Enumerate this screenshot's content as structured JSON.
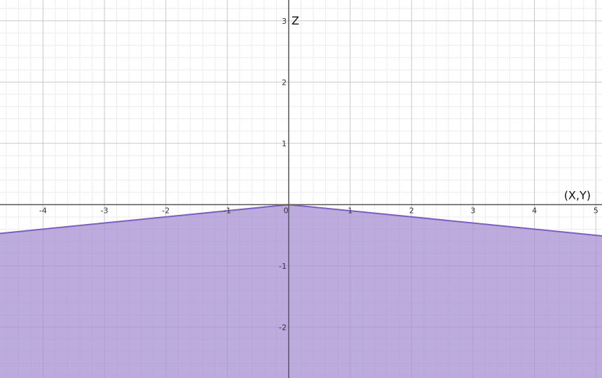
{
  "chart_data": {
    "type": "area",
    "xlabel": "(X,Y)",
    "ylabel": "Z",
    "xlim": [
      -4.7,
      5.1
    ],
    "ylim": [
      -2.83,
      3.34
    ],
    "grid": true,
    "minor_grid": true,
    "x_ticks": [
      -4,
      -3,
      -2,
      -1,
      0,
      1,
      2,
      3,
      4,
      5
    ],
    "y_ticks": [
      -2,
      -1,
      1,
      2,
      3
    ],
    "series": [
      {
        "x": [
          -4.7,
          0,
          5.1
        ],
        "y": [
          -0.47,
          0,
          -0.51
        ],
        "fill_below": true,
        "line_color": "#7b5fc0",
        "fill_color": "#a58fd0"
      }
    ]
  },
  "colors": {
    "major_grid": "#c8c8c8",
    "minor_grid": "#ececec",
    "axis": "#555555"
  }
}
